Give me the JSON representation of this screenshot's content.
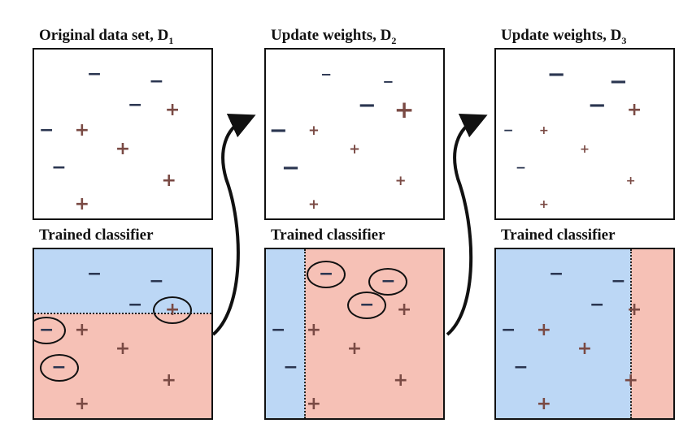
{
  "colors": {
    "negative_region": "#bcd7f5",
    "positive_region": "#f6c1b6",
    "plus_mark": "#7a4a44",
    "minus_mark": "#2a3550"
  },
  "columns": [
    {
      "title_text": "Original data set,  D",
      "title_sub": "1",
      "classifier_title": "Trained classifier",
      "points": [
        {
          "label": "−",
          "x": 0.34,
          "y": 0.15,
          "size": 1
        },
        {
          "label": "−",
          "x": 0.69,
          "y": 0.19,
          "size": 1
        },
        {
          "label": "−",
          "x": 0.57,
          "y": 0.33,
          "size": 1
        },
        {
          "label": "+",
          "x": 0.78,
          "y": 0.36,
          "size": 1
        },
        {
          "label": "−",
          "x": 0.07,
          "y": 0.48,
          "size": 1
        },
        {
          "label": "+",
          "x": 0.27,
          "y": 0.48,
          "size": 1
        },
        {
          "label": "+",
          "x": 0.5,
          "y": 0.59,
          "size": 1
        },
        {
          "label": "−",
          "x": 0.14,
          "y": 0.7,
          "size": 1
        },
        {
          "label": "+",
          "x": 0.76,
          "y": 0.78,
          "size": 1
        },
        {
          "label": "+",
          "x": 0.27,
          "y": 0.92,
          "size": 1
        }
      ],
      "split": {
        "orientation": "horizontal",
        "at": 0.38,
        "negative_side": "above"
      },
      "circled": [
        3,
        4,
        7
      ]
    },
    {
      "title_text": "Update weights,  D",
      "title_sub": "2",
      "classifier_title": "Trained classifier",
      "points": [
        {
          "label": "−",
          "x": 0.34,
          "y": 0.15,
          "size": 0.75
        },
        {
          "label": "−",
          "x": 0.69,
          "y": 0.19,
          "size": 0.75
        },
        {
          "label": "−",
          "x": 0.57,
          "y": 0.33,
          "size": 1.25
        },
        {
          "label": "+",
          "x": 0.78,
          "y": 0.36,
          "size": 1.35
        },
        {
          "label": "−",
          "x": 0.07,
          "y": 0.48,
          "size": 1.25
        },
        {
          "label": "+",
          "x": 0.27,
          "y": 0.48,
          "size": 0.75
        },
        {
          "label": "+",
          "x": 0.5,
          "y": 0.59,
          "size": 0.75
        },
        {
          "label": "−",
          "x": 0.14,
          "y": 0.7,
          "size": 1.25
        },
        {
          "label": "+",
          "x": 0.76,
          "y": 0.78,
          "size": 0.75
        },
        {
          "label": "+",
          "x": 0.27,
          "y": 0.92,
          "size": 0.75
        }
      ],
      "split": {
        "orientation": "vertical",
        "at": 0.22,
        "negative_side": "left"
      },
      "circled": [
        0,
        1,
        2
      ]
    },
    {
      "title_text": "Update weights,  D",
      "title_sub": "3",
      "classifier_title": "Trained classifier",
      "points": [
        {
          "label": "−",
          "x": 0.34,
          "y": 0.15,
          "size": 1.25
        },
        {
          "label": "−",
          "x": 0.69,
          "y": 0.19,
          "size": 1.25
        },
        {
          "label": "−",
          "x": 0.57,
          "y": 0.33,
          "size": 1.25
        },
        {
          "label": "+",
          "x": 0.78,
          "y": 0.36,
          "size": 1
        },
        {
          "label": "−",
          "x": 0.07,
          "y": 0.48,
          "size": 0.7
        },
        {
          "label": "+",
          "x": 0.27,
          "y": 0.48,
          "size": 0.65
        },
        {
          "label": "+",
          "x": 0.5,
          "y": 0.59,
          "size": 0.65
        },
        {
          "label": "−",
          "x": 0.14,
          "y": 0.7,
          "size": 0.7
        },
        {
          "label": "+",
          "x": 0.76,
          "y": 0.78,
          "size": 0.65
        },
        {
          "label": "+",
          "x": 0.27,
          "y": 0.92,
          "size": 0.65
        }
      ],
      "split": {
        "orientation": "vertical",
        "at": 0.76,
        "negative_side": "left"
      },
      "circled": []
    }
  ]
}
